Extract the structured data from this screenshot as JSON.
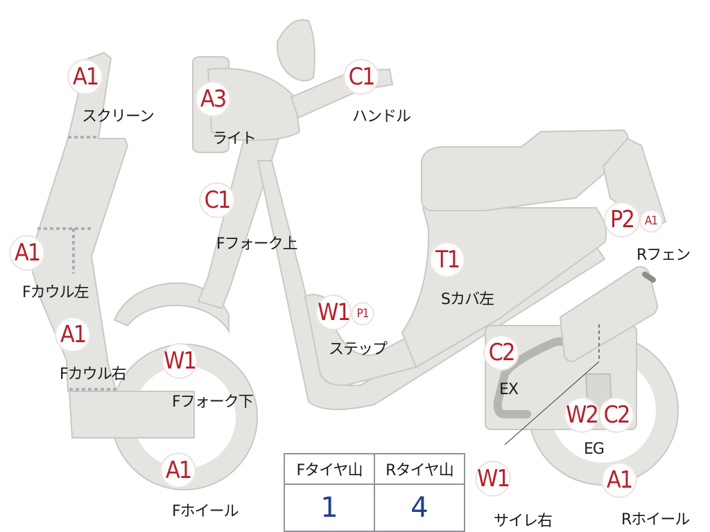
{
  "parts": [
    {
      "id": "screen",
      "codes": [
        "A1"
      ],
      "label": "スクリーン"
    },
    {
      "id": "light",
      "codes": [
        "A3"
      ],
      "label": "ライト"
    },
    {
      "id": "handle",
      "codes": [
        "C1"
      ],
      "label": "ハンドル"
    },
    {
      "id": "ffork-upper",
      "codes": [
        "C1"
      ],
      "label": "Fフォーク上"
    },
    {
      "id": "fcowl-left",
      "codes": [
        "A1"
      ],
      "label": "Fカウル左"
    },
    {
      "id": "fcowl-right",
      "codes": [
        "A1"
      ],
      "label": "Fカウル右"
    },
    {
      "id": "ffork-lower",
      "codes": [
        "W1"
      ],
      "label": "Fフォーク下"
    },
    {
      "id": "fwheel",
      "codes": [
        "A1"
      ],
      "label": "Fホイール"
    },
    {
      "id": "step",
      "codes": [
        "W1",
        "P1"
      ],
      "label": "ステップ"
    },
    {
      "id": "scover-left",
      "codes": [
        "T1"
      ],
      "label": "Sカバ左"
    },
    {
      "id": "rfender",
      "codes": [
        "P2",
        "A1"
      ],
      "label": "Rフェン"
    },
    {
      "id": "exhaust",
      "codes": [
        "C2"
      ],
      "label": "EX"
    },
    {
      "id": "engine",
      "codes": [
        "W2",
        "C2"
      ],
      "label": "EG"
    },
    {
      "id": "silencer-right",
      "codes": [
        "W1"
      ],
      "label": "サイレ右"
    },
    {
      "id": "rwheel",
      "codes": [
        "A1"
      ],
      "label": "Rホイール"
    }
  ],
  "tire_table": {
    "headers": [
      "Fタイヤ山",
      "Rタイヤ山"
    ],
    "values": [
      "1",
      "4"
    ]
  },
  "colors": {
    "code_red": "#b4202a",
    "value_blue": "#1f3f8c",
    "part_fill": "#e4e4e0",
    "dotted_line": "#a9b0b6"
  }
}
